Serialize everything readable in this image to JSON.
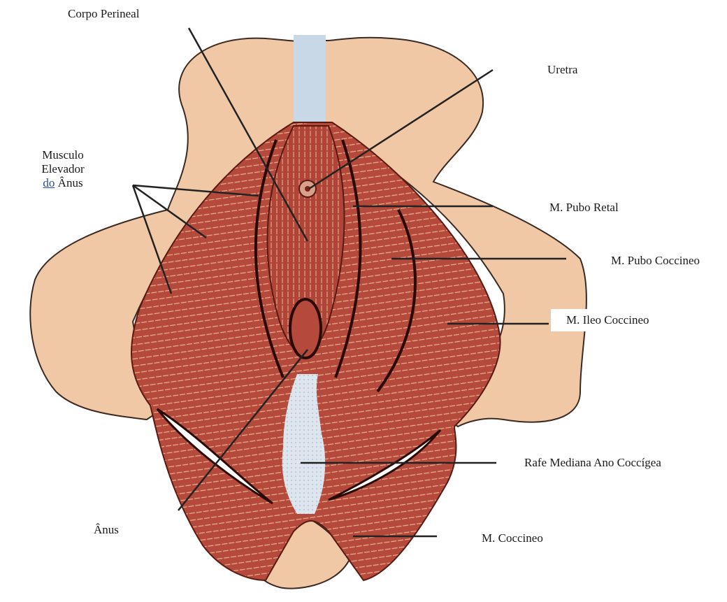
{
  "colors": {
    "bone": "#f1c8a6",
    "bone_edge": "#3a2a22",
    "muscle": "#b5493c",
    "muscle_dark": "#7a2418",
    "fibre": "#e6b08c",
    "ligament_blue": "#c8d8e6",
    "raphe": "#dde6ee",
    "leader_line": "#222222"
  },
  "labels": {
    "corpo_perineal": "Corpo Perineal",
    "uretra": "Uretra",
    "musculo_line1": "Musculo",
    "musculo_line2": "Elevador",
    "musculo_do": "do",
    "musculo_anus": "Ânus",
    "pubo_retal": "M. Pubo Retal",
    "pubo_coccineo": "M. Pubo Coccineo",
    "ileo_coccineo": "M. Ileo Coccineo",
    "rafe": "Rafe Mediana Ano Coccígea",
    "anus": "Ânus",
    "coccineo": "M. Coccineo"
  }
}
